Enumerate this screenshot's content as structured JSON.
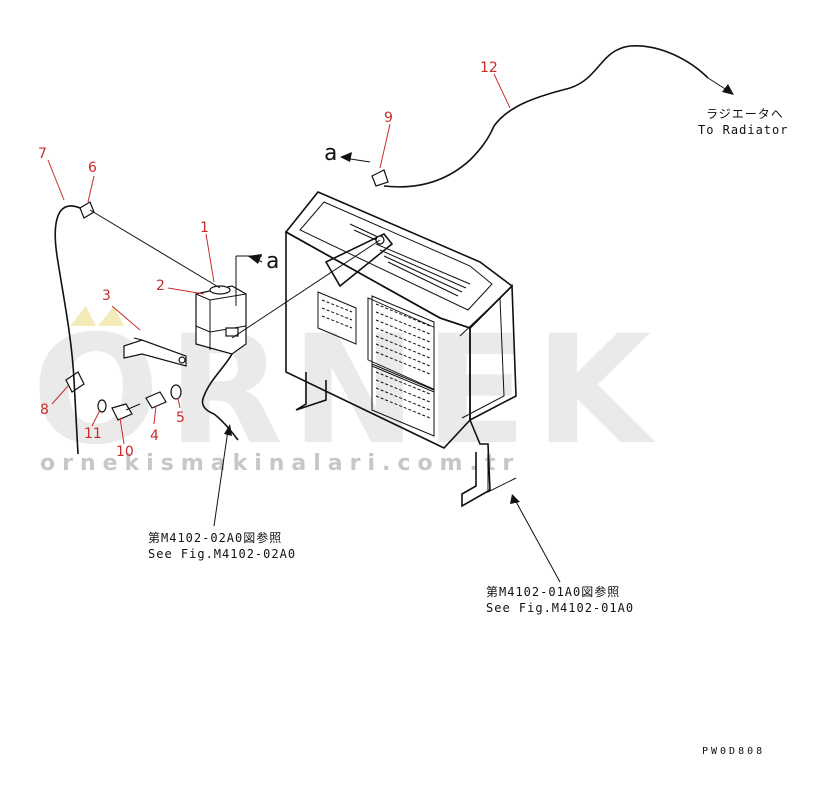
{
  "callouts": {
    "c1": "1",
    "c2": "2",
    "c3": "3",
    "c4": "4",
    "c5": "5",
    "c6": "6",
    "c7": "7",
    "c8": "8",
    "c9": "9",
    "c10": "10",
    "c11": "11",
    "c12": "12"
  },
  "view_markers": {
    "a_left": "a",
    "a_right": "a"
  },
  "to_radiator": {
    "jp": "ラジエータへ",
    "en": "To Radiator"
  },
  "ref_02": {
    "jp": "第M4102-02A0図参照",
    "en": "See Fig.M4102-02A0"
  },
  "ref_01": {
    "jp": "第M4102-01A0図参照",
    "en": "See Fig.M4102-01A0"
  },
  "drawing_code": "PW0D808",
  "watermark": {
    "brand": "ORNEK",
    "url": "ornekismakinalari.com.tr"
  },
  "colors": {
    "callout": "#cc2b2b",
    "line": "#111111",
    "watermark": "#bfbfbf"
  }
}
